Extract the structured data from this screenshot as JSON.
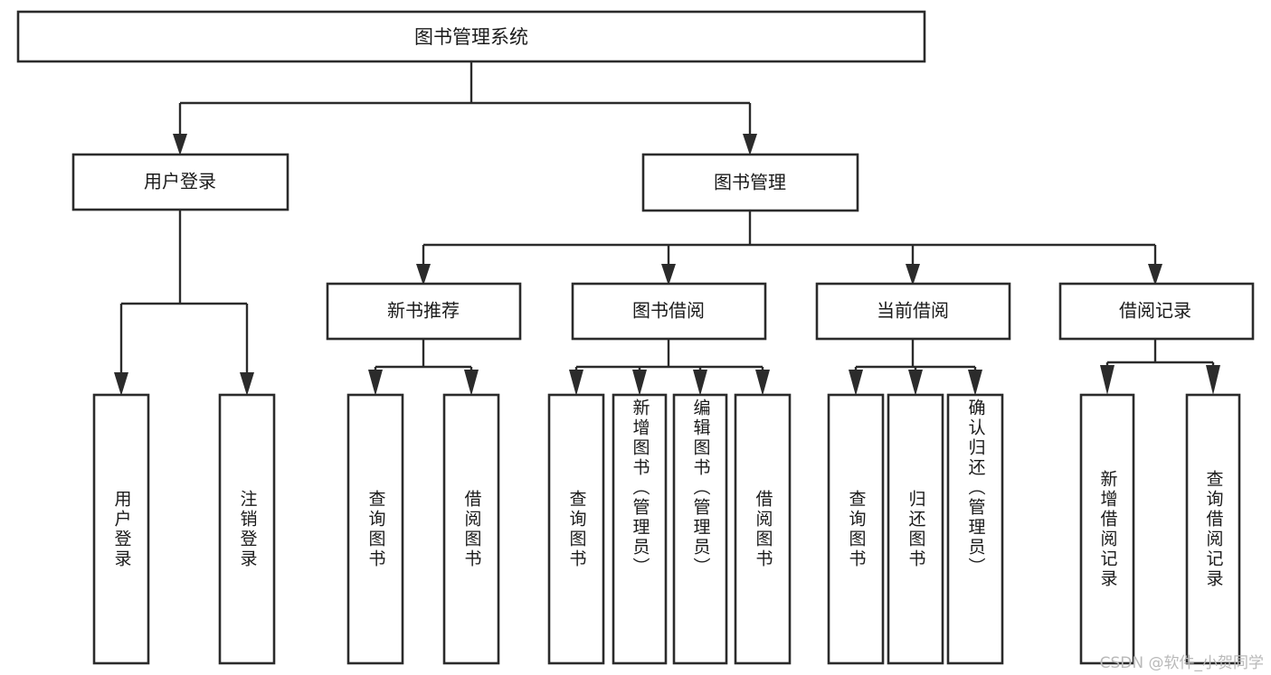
{
  "diagram": {
    "title": "图书管理系统",
    "type": "tree-hierarchy",
    "colors": {
      "box_stroke": "#2b2b2b",
      "box_fill": "#ffffff",
      "text": "#1a1a1a",
      "background": "#ffffff",
      "watermark": "#b9b9b9"
    },
    "root": {
      "label": "图书管理系统",
      "orientation": "horizontal"
    },
    "level2": [
      {
        "label": "用户登录",
        "orientation": "horizontal"
      },
      {
        "label": "图书管理",
        "orientation": "horizontal"
      }
    ],
    "level3": [
      {
        "label": "新书推荐",
        "orientation": "horizontal"
      },
      {
        "label": "图书借阅",
        "orientation": "horizontal"
      },
      {
        "label": "当前借阅",
        "orientation": "horizontal"
      },
      {
        "label": "借阅记录",
        "orientation": "horizontal"
      }
    ],
    "leaves": {
      "user_login": [
        {
          "label": "用户登录",
          "orientation": "vertical"
        },
        {
          "label": "注销登录",
          "orientation": "vertical"
        }
      ],
      "new_book_recommend": [
        {
          "label": "查询图书",
          "orientation": "vertical"
        },
        {
          "label": "借阅图书",
          "orientation": "vertical"
        }
      ],
      "book_borrow": [
        {
          "label": "查询图书",
          "orientation": "vertical"
        },
        {
          "label": "新增图书（管理员）",
          "orientation": "vertical"
        },
        {
          "label": "编辑图书（管理员）",
          "orientation": "vertical"
        },
        {
          "label": "借阅图书",
          "orientation": "vertical"
        }
      ],
      "current_borrow": [
        {
          "label": "查询图书",
          "orientation": "vertical"
        },
        {
          "label": "归还图书",
          "orientation": "vertical"
        },
        {
          "label": "确认归还（管理员）",
          "orientation": "vertical"
        }
      ],
      "borrow_record": [
        {
          "label": "新增借阅记录",
          "orientation": "vertical"
        },
        {
          "label": "查询借阅记录",
          "orientation": "vertical"
        }
      ]
    }
  },
  "watermark": {
    "text": "CSDN @软件_小贺同学"
  }
}
